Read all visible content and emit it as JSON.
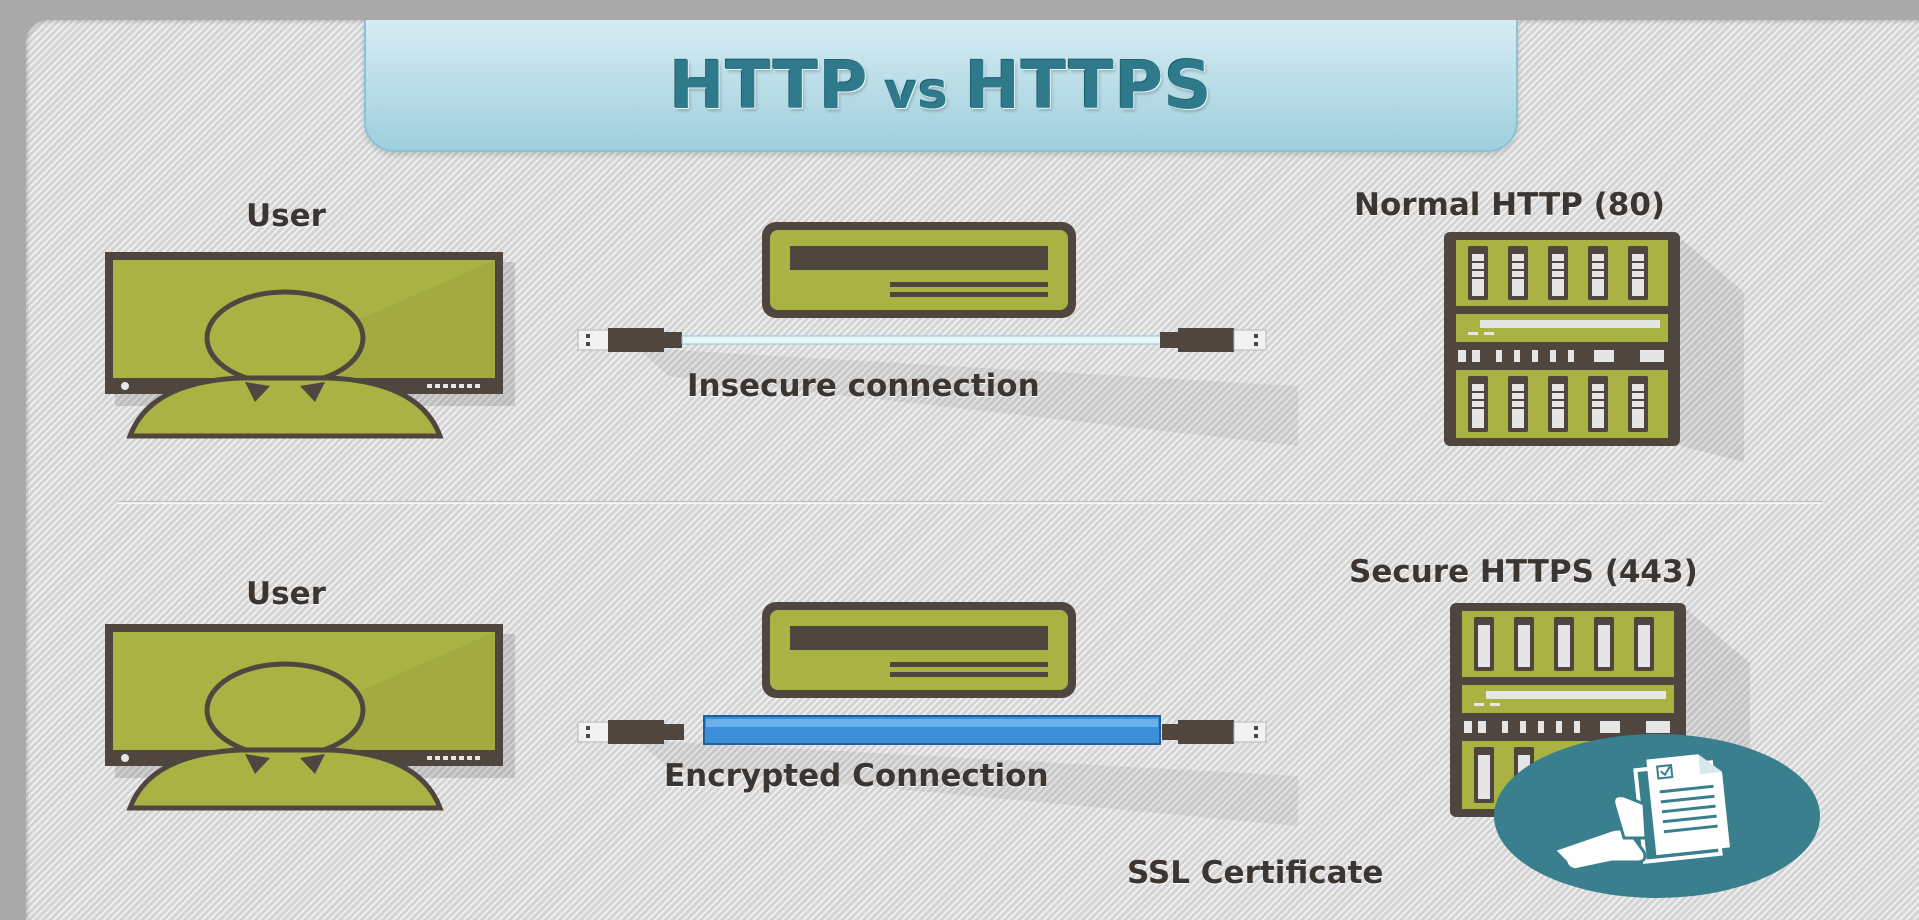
{
  "title": {
    "left": "HTTP",
    "vs": "vs",
    "right": "HTTPS"
  },
  "http_row": {
    "user_label": "User",
    "connection_label": "Insecure connection",
    "server_label": "Normal HTTP (80)"
  },
  "https_row": {
    "user_label": "User",
    "connection_label": "Encrypted Connection",
    "server_label": "Secure HTTPS (443)",
    "certificate_label": "SSL Certificate"
  },
  "icons": [
    "user-monitor-icon",
    "data-card-icon",
    "usb-cable-icon",
    "server-rack-icon",
    "certificate-icon"
  ],
  "colors": {
    "olive": "#a9b344",
    "dark_brown": "#504640",
    "title_teal": "#2f7a8a",
    "encrypted_blue": "#3b8fd9",
    "badge_teal": "#3a7f8e"
  }
}
